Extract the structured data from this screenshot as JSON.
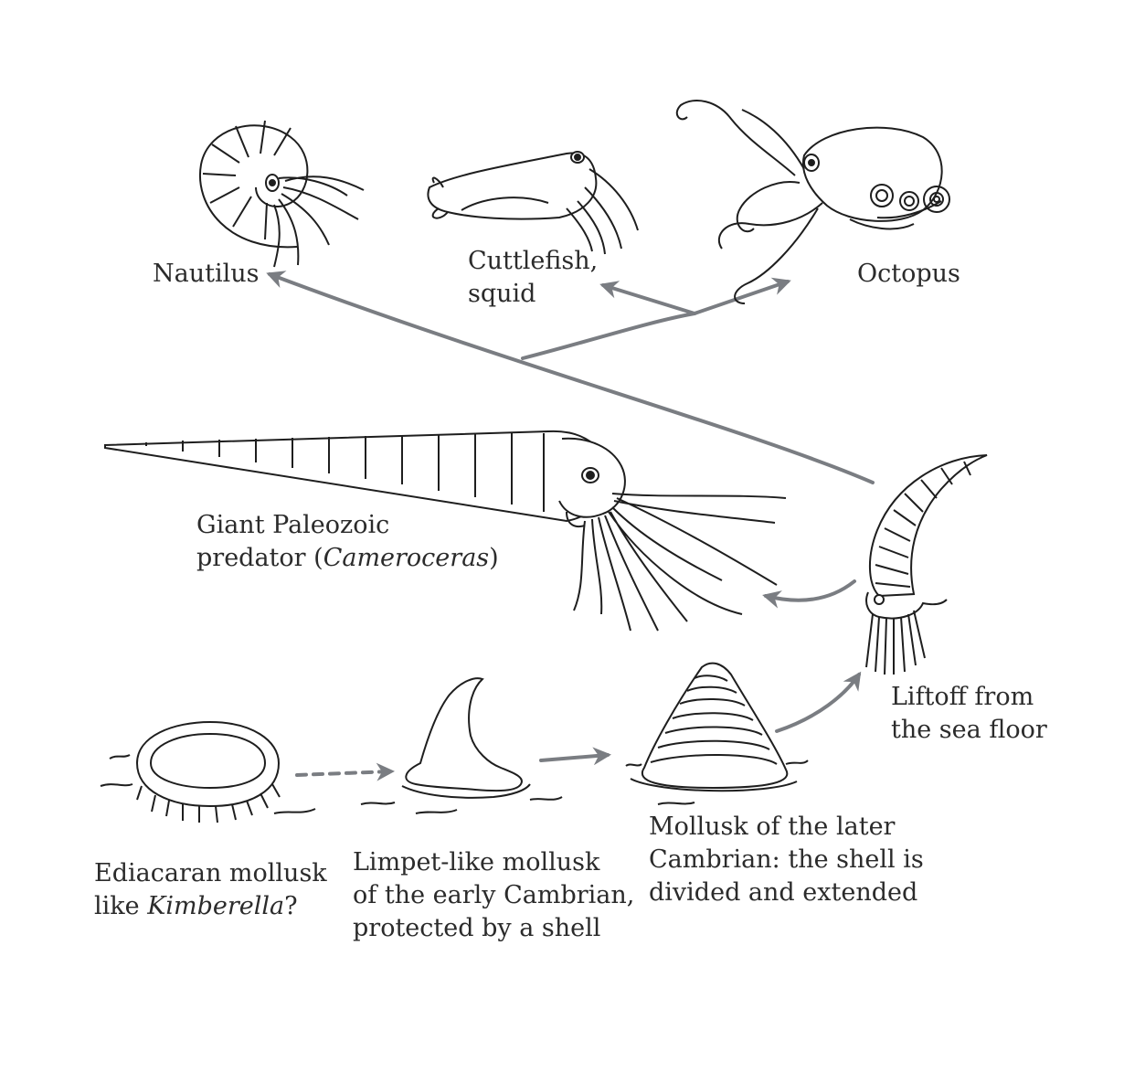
{
  "labels": {
    "nautilus": "Nautilus",
    "cuttlefish": {
      "line1": "Cuttlefish,",
      "line2": "squid"
    },
    "octopus": "Octopus",
    "cameroceras": {
      "line1": "Giant Paleozoic",
      "line2_prefix": "predator (",
      "line2_italic": "Cameroceras",
      "line2_suffix": ")"
    },
    "liftoff": {
      "line1": "Liftoff from",
      "line2": "the sea floor"
    },
    "ediacaran": {
      "line1": "Ediacaran mollusk",
      "line2_prefix": "like ",
      "line2_italic": "Kimberella",
      "line2_suffix": "?"
    },
    "limpet": {
      "line1": "Limpet-like mollusk",
      "line2": "of the early Cambrian,",
      "line3": "protected by a shell"
    },
    "later_cambrian": {
      "line1": "Mollusk of the later",
      "line2": "Cambrian: the shell is",
      "line3": "divided and extended"
    }
  },
  "colors": {
    "ink": "#2b2b2b",
    "arrow": "#7a7d82",
    "line_art": "#1e1e1e"
  }
}
